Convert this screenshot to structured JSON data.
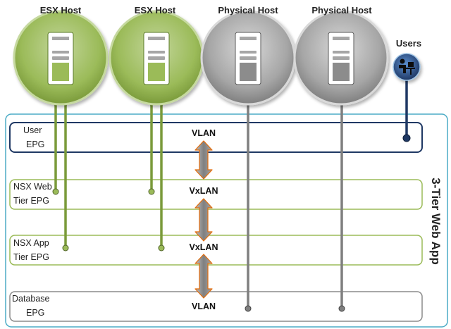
{
  "hosts": [
    {
      "label": "ESX Host",
      "type": "esx"
    },
    {
      "label": "ESX Host",
      "type": "esx"
    },
    {
      "label": "Physical Host",
      "type": "physical"
    },
    {
      "label": "Physical Host",
      "type": "physical"
    }
  ],
  "users": {
    "label": "Users",
    "icon": "user-computer-icon"
  },
  "app_title": "3-Tier Web App",
  "epgs": [
    {
      "line1": "User",
      "line2": "EPG"
    },
    {
      "line1": "NSX Web",
      "line2": "Tier EPG"
    },
    {
      "line1": "NSX App",
      "line2": "Tier EPG"
    },
    {
      "line1": "Database",
      "line2": "EPG"
    }
  ],
  "links": [
    "VLAN",
    "VxLAN",
    "VxLAN",
    "VLAN"
  ],
  "colors": {
    "esx_green": "#9bbb59",
    "physical_gray": "#8c8c8c",
    "outer_border": "#4bacc6",
    "user_epg_border": "#1f3864",
    "arrow_fill": "#8c8c8c",
    "arrow_stroke": "#e46c0a"
  }
}
